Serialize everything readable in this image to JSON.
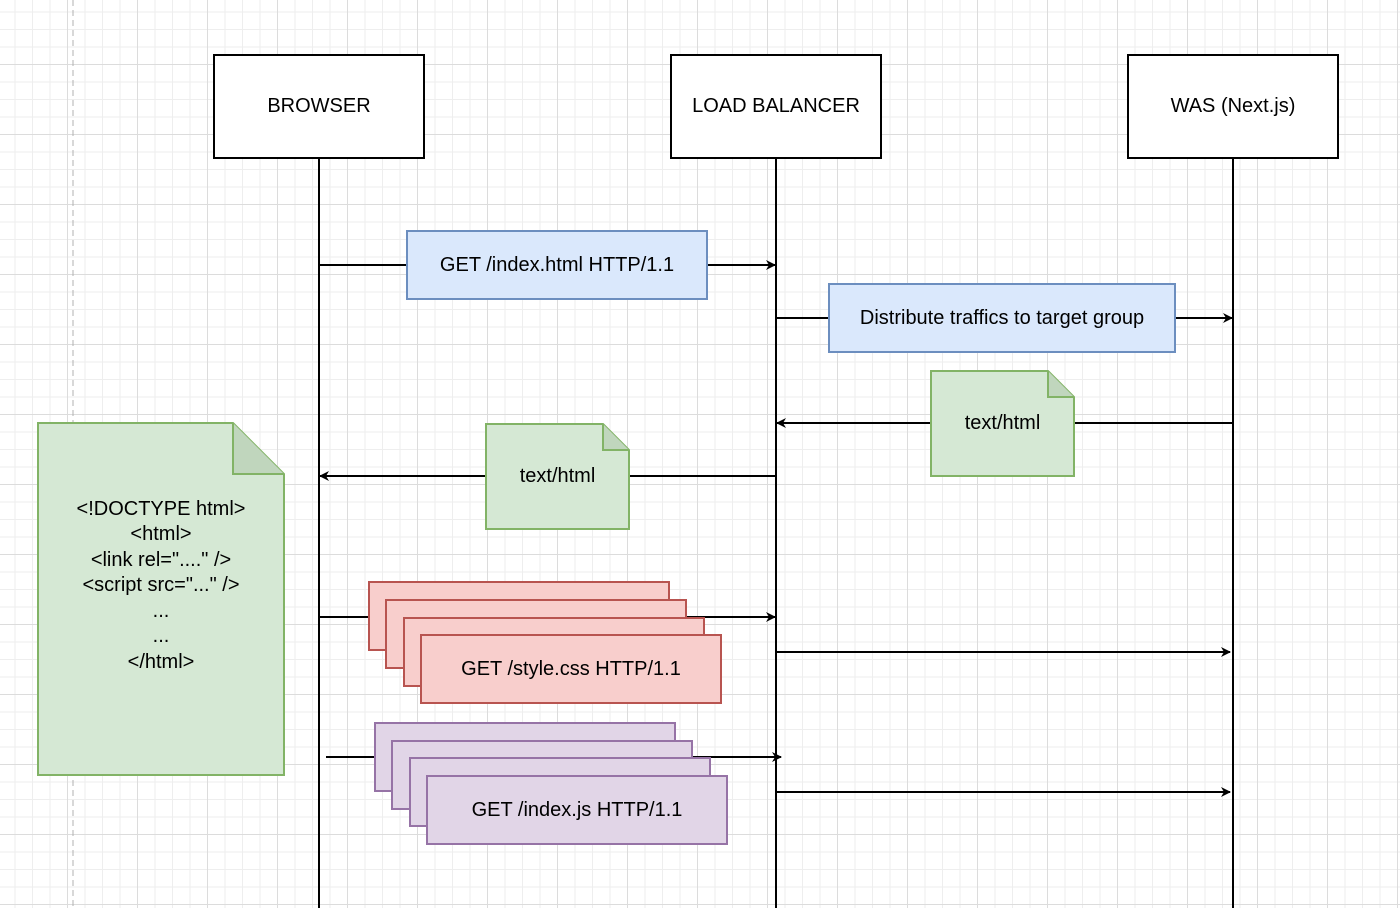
{
  "participants": {
    "browser": "BROWSER",
    "load_balancer": "LOAD BALANCER",
    "was": "WAS (Next.js)"
  },
  "messages": {
    "get_index_html": "GET /index.html HTTP/1.1",
    "distribute": "Distribute traffics to target group",
    "response_was": "text/html",
    "response_lb": "text/html",
    "get_style_css": "GET /style.css HTTP/1.1",
    "get_index_js": "GET /index.js HTTP/1.1"
  },
  "html_document_note": "<!DOCTYPE html>\n<html>\n<link rel=\"....\" />\n<script src=\"...\" />\n...\n...\n</html>",
  "colors": {
    "request_fill": "#dae8fc",
    "request_stroke": "#6c8ebf",
    "response_fill": "#d5e8d4",
    "response_stroke": "#82b366",
    "css_fill": "#f8cecc",
    "css_stroke": "#b85450",
    "js_fill": "#e1d5e7",
    "js_stroke": "#9673a6"
  }
}
